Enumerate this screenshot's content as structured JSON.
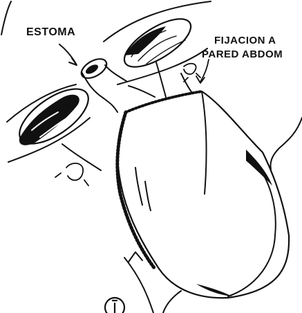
{
  "labels": {
    "stoma": "ESTOMA",
    "fixation_line1": "FIJACION A",
    "fixation_line2": "PARED ABDOM"
  },
  "colors": {
    "ink": "#111111",
    "paper": "#ffffff"
  }
}
